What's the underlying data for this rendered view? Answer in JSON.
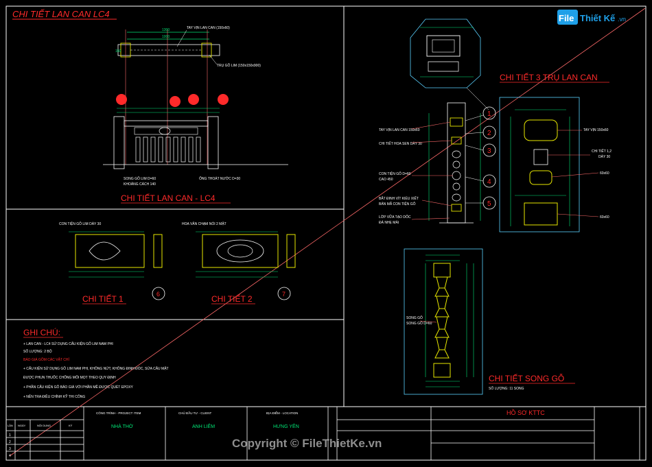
{
  "titles": {
    "main_top": "CHI TIẾT LAN CAN LC4",
    "main_elevation": "CHI TIẾT LAN CAN - LC4",
    "detail1": "CHI TIẾT 1",
    "detail2": "CHI TIẾT 2",
    "post_detail": "CHI TIẾT 3 TRỤ LAN CAN",
    "baluster_detail": "CHI TIẾT SONG GỖ",
    "baluster_qty": "SỐ LƯỢNG: 11 SONG"
  },
  "elevation_labels": {
    "handrail": "TAY VỊN LAN CAN (150x60)",
    "post": "TRỤ GỖ LIM (150x150x900)",
    "baluster_a": "SONG GỖ LIM D=60",
    "baluster_b": "KHOẢNG CÁCH 140",
    "drain": "ỐNG THOÁT NƯỚC D=30",
    "dim_total": "1300",
    "dim_mid": "1000",
    "dim_side": "150"
  },
  "detail1_labels": {
    "top": "CON TIỆN GỖ LIM DÀY 30",
    "callout": "6"
  },
  "detail2_labels": {
    "top": "HOA VĂN CHẠM NỔI 2 MẶT",
    "callout": "7"
  },
  "post_labels": [
    "TAY VỊN LAN CAN 150x60",
    "CHI TIẾT HOA SEN DÀY 30",
    "CON TIỆN GỖ D=60",
    "CAO 450",
    "BẮT ĐINH VÍT KIỂU XIẾT",
    "BẢN MÃ CON TIỆN GỖ",
    "LỚP VỮA TẠO DỐC",
    "ĐÁ NHẸ MÀI"
  ],
  "post_callouts": [
    "1",
    "2",
    "3",
    "4",
    "5"
  ],
  "section_labels": {
    "s1": "TAY VỊN 150x60",
    "s2": "CHI TIẾT 1,2",
    "s2b": "DÀY 30",
    "s3": "60x60",
    "s4": "60x60"
  },
  "baluster_label": {
    "a": "SONG GỖ",
    "b": "SONG GỖ D=60"
  },
  "notes": {
    "heading": "GHI CHÚ:",
    "lines": [
      "+ LAN CAN - LC4 SỬ DỤNG CẤU KIỆN GỖ LIM NAM PHI",
      "SỐ LƯỢNG: 2 BỘ",
      "BÁO GIÁ GỒM CÁC VẬT CHỈ",
      "+ CẤU KIỆN SỬ DỤNG GỖ LIM NAM PHI, KHÔNG NỨT, KHÔNG ĐINH ĐÓC, SỬA CÂU MẶT",
      "ĐƯỢC PHUN THUỐC CHỐNG MỐI MỌT THEO QUY ĐỊNH",
      "+ PHẦN CẤU KIỆN GỖ BẢO GIÁ VỚI PHẦN MỀ ĐƯỢC QUÉT EPOXY",
      "+ NÊN TRA ĐIỀU CHỈNH KỸ THI CÔNG"
    ]
  },
  "title_block": {
    "project_label": "CÔNG TRÌNH - PROJECT ITEM",
    "project": "NHÀ THỜ",
    "owner_label": "CHỦ ĐẦU TƯ - CLIENT",
    "owner": "ANH LIÊM",
    "location_label": "ĐỊA ĐIỂM - LOCATION",
    "location": "HƯNG YÊN",
    "doc": "HỒ SƠ KTTC",
    "rev_header": [
      "LẦN",
      "NGÀY",
      "NỘI DUNG",
      "KÝ"
    ],
    "rows": [
      "1",
      "2",
      "3",
      "4"
    ]
  },
  "watermark": {
    "logo_a": "File",
    "logo_b": "Thiết Kế",
    "logo_c": ".vn",
    "copyright": "Copyright © FileThietKe.vn"
  },
  "colors": {
    "background": "#000000",
    "frame": "#ffffff",
    "title_red": "#ff2a2a",
    "dim_green": "#00e676",
    "label_white": "#ffffff",
    "wood_yellow": "#e8e800",
    "cyan_box": "#5ad1ff",
    "diagonal": "#ff6a6a"
  }
}
